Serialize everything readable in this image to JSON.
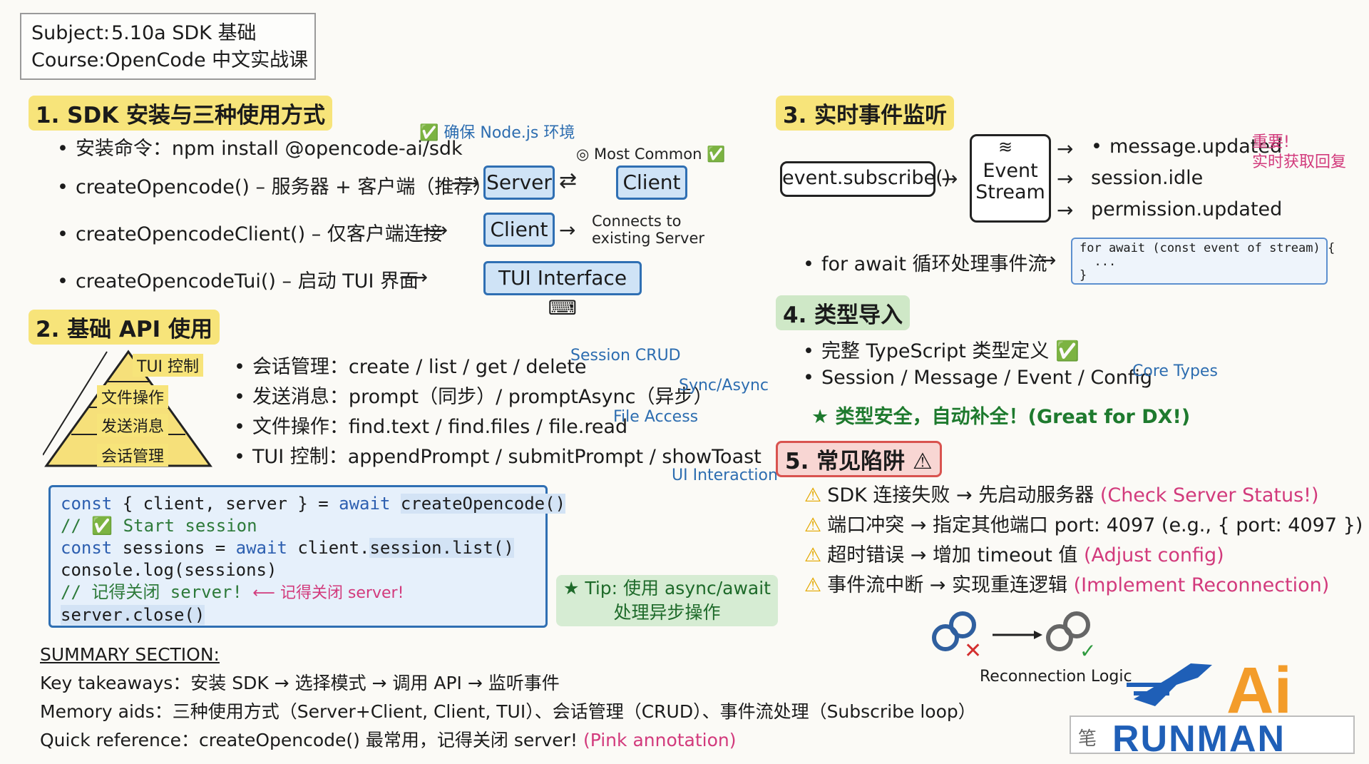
{
  "header": {
    "subject_label": "Subject:",
    "subject_value": "5.10a SDK 基础",
    "course_label": "Course:",
    "course_value": "OpenCode 中文实战课"
  },
  "section1": {
    "title": "1. SDK 安装与三种使用方式",
    "install": "安装命令：npm install @opencode-ai/sdk",
    "install_note": "✅ 确保 Node.js 环境",
    "most_common": "◎ Most Common ✅",
    "row1": "createOpencode() – 服务器 + 客户端（推荐）",
    "row2": "createOpencodeClient() – 仅客户端连接",
    "row3": "createOpencodeTui() – 启动 TUI 界面",
    "server": "Server",
    "client": "Client",
    "client2": "Client",
    "connects_note": "Connects to existing Server",
    "tui_interface": "TUI Interface ⌨"
  },
  "section2": {
    "title": "2. 基础 API 使用",
    "pyramid": [
      "TUI 控制",
      "文件操作",
      "发送消息",
      "会话管理"
    ],
    "items": [
      {
        "text": "会话管理：create / list / get / delete",
        "note": "Session CRUD"
      },
      {
        "text": "发送消息：prompt（同步）/ promptAsync（异步）",
        "note": "Sync/Async"
      },
      {
        "text": "文件操作：find.text / find.files / file.read",
        "note": "File Access"
      },
      {
        "text": "TUI 控制：appendPrompt / submitPrompt / showToast",
        "note": "UI Interaction"
      }
    ],
    "code": {
      "l1_kw": "const",
      "l1_mid": " { client, server } = ",
      "l1_kw2": "await",
      "l1_fn": "createOpencode()",
      "l2": "// ✅ Start session",
      "l3_kw": "const",
      "l3_mid": " sessions = ",
      "l3_kw2": "await",
      "l3_pre": " client.",
      "l3_fn": "session.list()",
      "l4": "console.log(sessions)",
      "l5": "// 记得关闭 server!",
      "l5_note": "⟵ 记得关闭 server!",
      "l6": "server.close()"
    },
    "tip": "★ Tip: 使用 async/await\n处理异步操作"
  },
  "summary": {
    "heading": "SUMMARY SECTION:",
    "line1": "Key takeaways：安装 SDK → 选择模式 → 调用 API → 监听事件",
    "line2": "Memory aids：三种使用方式（Server+Client, Client, TUI）、会话管理（CRUD）、事件流处理（Subscribe loop）",
    "line3": "Quick reference：createOpencode() 最常用，记得关闭 server!",
    "line3_pink": "(Pink annotation)"
  },
  "section3": {
    "title": "3. 实时事件监听",
    "subscribe": "event.subscribe()",
    "event_stream": "Event\nStream",
    "events": [
      "message.updated",
      "session.idle",
      "permission.updated"
    ],
    "important": "重要!\n实时获取回复",
    "for_await": "for await 循环处理事件流",
    "code": "for await (const event of stream) {\n  ...\n}"
  },
  "section4": {
    "title": "4. 类型导入",
    "item1": "完整 TypeScript 类型定义 ✅",
    "item2": "Session / Message / Event / Config",
    "item2_note": "Core Types",
    "star": "★ 类型安全，自动补全！(Great for DX!)"
  },
  "section5": {
    "title": "5. 常见陷阱 ⚠",
    "items": [
      {
        "text": "SDK 连接失败 → 先启动服务器 ",
        "pink": "(Check Server Status!)"
      },
      {
        "text": "端口冲突 → 指定其他端口 port: 4097 (e.g., { port: 4097 })",
        "pink": ""
      },
      {
        "text": "超时错误 → 增加 timeout 值 ",
        "pink": "(Adjust config)"
      },
      {
        "text": "事件流中断 → 实现重连逻辑 ",
        "pink": "(Implement Reconnection)"
      }
    ],
    "reconnect_label": "Reconnection Logic"
  },
  "logo": {
    "ai": "Ai",
    "runman": "RUNMAN",
    "note": "笔"
  },
  "colors": {
    "yellow": "#f7e47a",
    "green": "#cfe8c7",
    "blue": "#2f6fb3",
    "pink": "#d23a7c"
  }
}
